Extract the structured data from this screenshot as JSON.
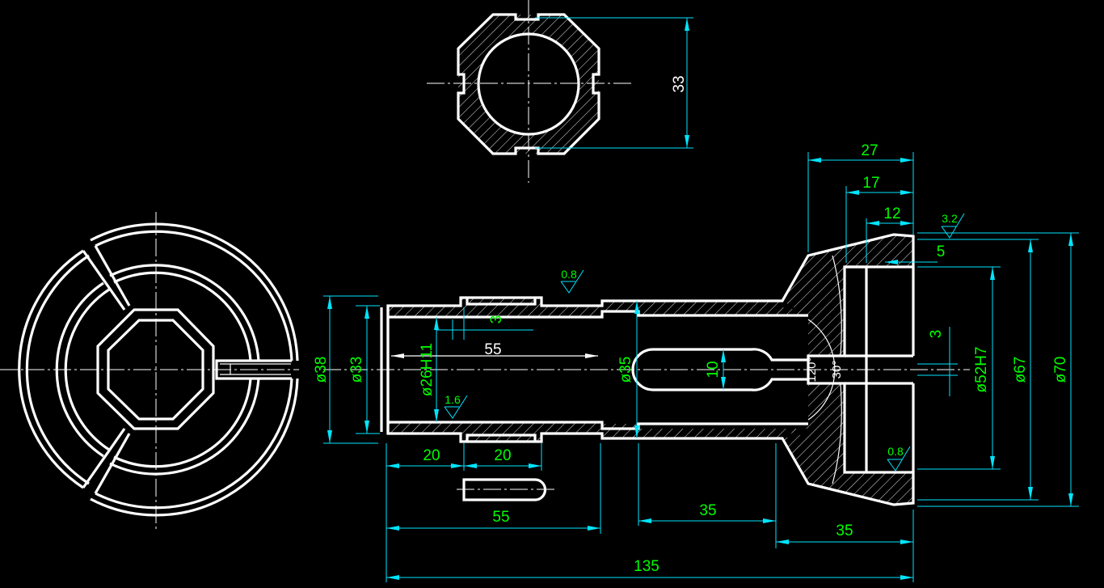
{
  "drawing": {
    "dimensions": {
      "top_view_height": "33",
      "flange_27": "27",
      "flange_17": "17",
      "flange_12": "12",
      "slot_5": "5",
      "slot_3": "3",
      "key_3": "3",
      "bore_55": "55",
      "len_20a": "20",
      "len_20b": "20",
      "len_55": "55",
      "len_35a": "35",
      "len_35b": "35",
      "len_135": "135",
      "dia_38": "ø38",
      "dia_33": "ø33",
      "dia_26h11": "ø26H11",
      "dia_35": "ø35",
      "slot_10": "10",
      "angle_120": "120°",
      "angle_30": "30°",
      "dia_52h7": "ø52H7",
      "dia_67": "ø67",
      "dia_70": "ø70"
    },
    "roughness": {
      "top_08": "0.8",
      "inner_16": "1.6",
      "flange_32": "3.2",
      "bore_08": "0.8"
    },
    "colors": {
      "object": "#ffffff",
      "dimension_line": "#00e5ff",
      "dimension_text": "#00ff00",
      "background": "#000000"
    }
  }
}
